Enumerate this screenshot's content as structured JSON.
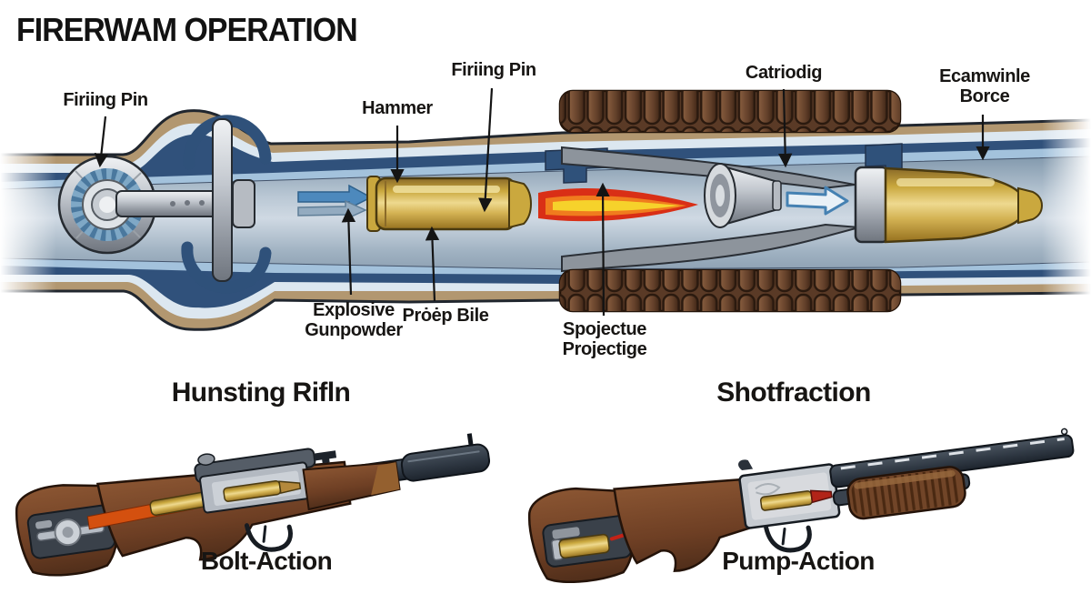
{
  "title": "FIRERWAM OPERATION",
  "cutaway": {
    "labels": {
      "firing_pin_left": "Firiing Pin",
      "hammer": "Hammer",
      "firing_pin_mid": "Firiing Pin",
      "cartridge": "Catriodig",
      "expanding_force": {
        "line1": "Ecamwinle",
        "line2": "Borce"
      },
      "explosive_gunpowder": {
        "line1": "Explosive",
        "line2": "Gunpowder"
      },
      "propellant": "Prȯėp Bile",
      "projectile": {
        "line1": "Spojectue",
        "line2": "Projectige"
      }
    }
  },
  "firearms": {
    "rifle": {
      "title": "Hunsting Rifln",
      "caption": "Bolt-Action"
    },
    "shotgun": {
      "title": "Shotfraction",
      "caption": "Pump-Action"
    }
  },
  "colors": {
    "tan_casing": "#b29770",
    "navy_lining": "#30517b",
    "light_blue": "#a3c2dc",
    "brass": "#caa83e",
    "flame_red": "#d92f16",
    "flame_orange": "#f07c1e",
    "flame_yellow": "#f6d22b",
    "arrow_blue": "#4d89bd",
    "wood_brown": "#6e3f24",
    "barrel_slate": "#303944",
    "text": "#171513"
  }
}
